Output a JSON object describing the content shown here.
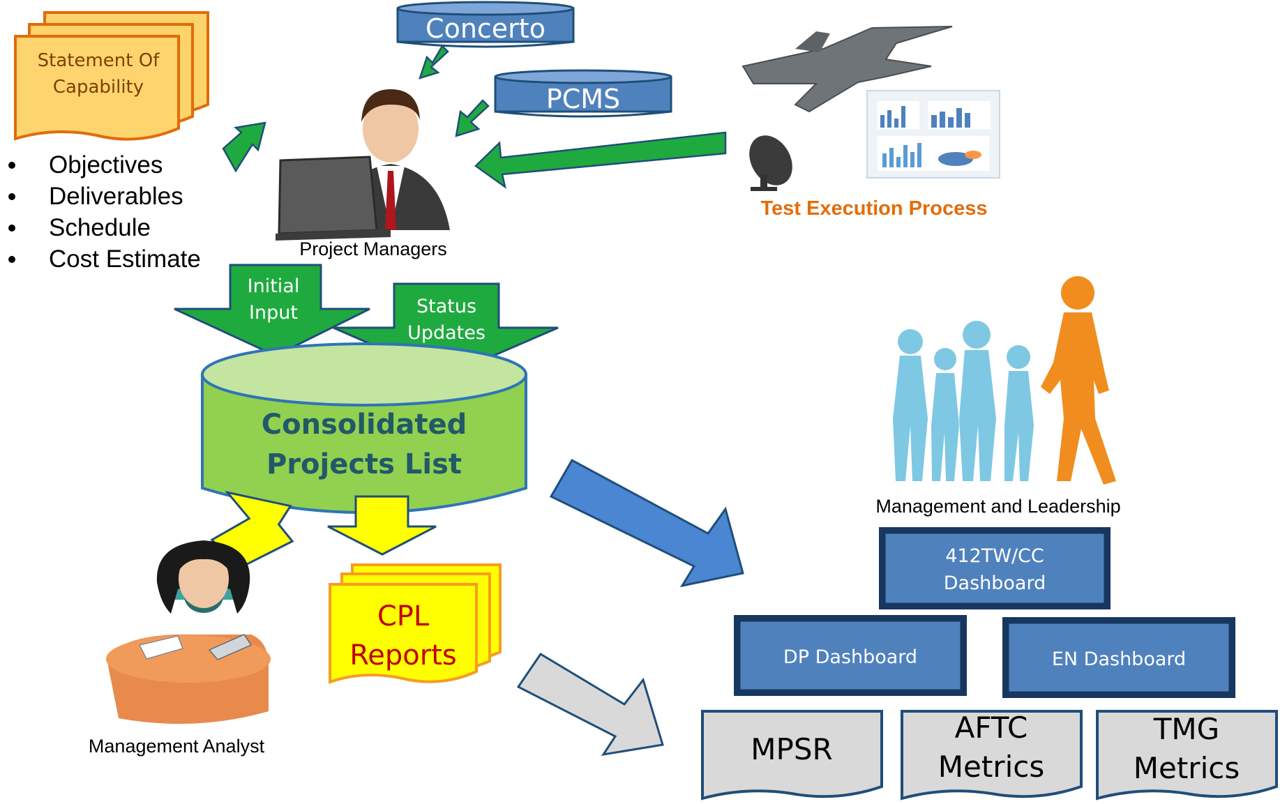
{
  "statement_doc": {
    "lines": [
      "Statement Of",
      "Capability"
    ]
  },
  "bullets": [
    "Objectives",
    "Deliverables",
    "Schedule",
    "Cost Estimate"
  ],
  "sources": {
    "concerto": "Concerto",
    "pcms": "PCMS"
  },
  "project_managers": {
    "caption": "Project Managers"
  },
  "test_execution": {
    "caption": "Test Execution Process"
  },
  "arrows": {
    "initial_input": [
      "Initial",
      "Input"
    ],
    "status_updates": [
      "Status",
      "Updates"
    ]
  },
  "database": {
    "lines": [
      "Consolidated",
      "Projects List"
    ]
  },
  "cpl_reports": {
    "lines": [
      "CPL",
      "Reports"
    ]
  },
  "management_analyst": {
    "caption": "Management Analyst"
  },
  "leadership": {
    "caption": "Management and Leadership"
  },
  "dashboards": {
    "top": [
      "412TW/CC",
      "Dashboard"
    ],
    "left": "DP Dashboard",
    "right": "EN Dashboard"
  },
  "metric_docs": [
    {
      "lines": [
        "MPSR"
      ]
    },
    {
      "lines": [
        "AFTC",
        "Metrics"
      ]
    },
    {
      "lines": [
        "TMG",
        "Metrics"
      ]
    }
  ],
  "colors": {
    "green_arrow": "#1faa3f",
    "yellow": "#ffff00",
    "blue_box": "#4f81bd",
    "db_green": "#92d050",
    "db_text": "#215968",
    "orange_text": "#e46c0a",
    "cpl_text": "#c00000"
  }
}
